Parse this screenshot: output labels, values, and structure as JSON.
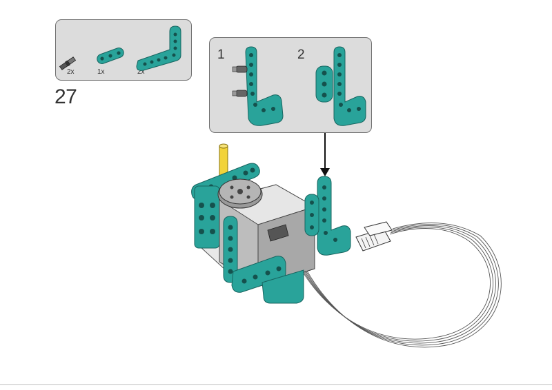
{
  "parts_list": {
    "items": [
      {
        "icon": "axle-pin-icon",
        "quantity": "2x"
      },
      {
        "icon": "beam-3-icon",
        "quantity": "1x"
      },
      {
        "icon": "l-beam-icon",
        "quantity": "2x"
      }
    ]
  },
  "step": {
    "number": "27"
  },
  "sub_steps": [
    {
      "number": "1"
    },
    {
      "number": "2"
    }
  ],
  "colors": {
    "teal": "#29a39a",
    "gray_panel": "#dcdcdc",
    "yellow_axle": "#f2d33a",
    "motor_gray": "#b8b8b8"
  }
}
